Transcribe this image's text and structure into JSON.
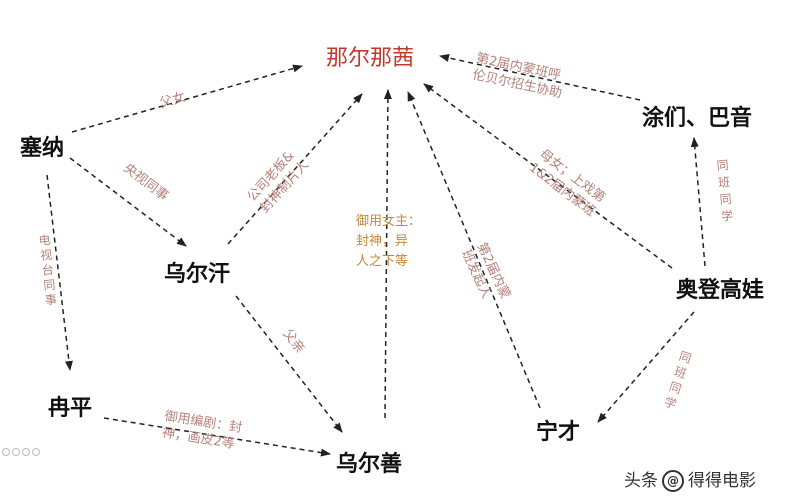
{
  "nodes": {
    "naernaqian": "那尔那茜",
    "saina": "塞纳",
    "wuerhan": "乌尔汗",
    "ranping": "冉平",
    "wuershan": "乌尔善",
    "tumen_bayin": "涂们、巴音",
    "aodenggaowa": "奥登高娃",
    "ningcai": "宁才"
  },
  "edges": {
    "saina_naernaqian": "父女",
    "saina_wuerhan": "央视同事",
    "saina_ranping": "电\n视\n台\n同\n事",
    "wuerhan_naernaqian": "公司老板&\n封神制片人",
    "wuerhan_wuershan": "父亲",
    "ranping_wuershan": "御用编剧：封\n神，画皮2等",
    "wuershan_naernaqian": "御用女主：\n封神，异\n人之下等",
    "ningcai_naernaqian": "第2届内蒙\n班发起人",
    "aodenggaowa_naernaqian": "母女；上戏第\n1&2届内蒙班",
    "tumen_naernaqian": "第2届内蒙班呼\n伦贝尔招生协助",
    "aodenggaowa_tumen": "同\n班\n同\n学",
    "aodenggaowa_ningcai": "同\n班\n同\n学"
  },
  "watermark": {
    "prefix": "头条",
    "at": "@",
    "name": "得得电影"
  },
  "colors": {
    "title": "#c0392b",
    "label": "#b5827a",
    "label_olive": "#c08a3c",
    "arrow": "#222222"
  }
}
